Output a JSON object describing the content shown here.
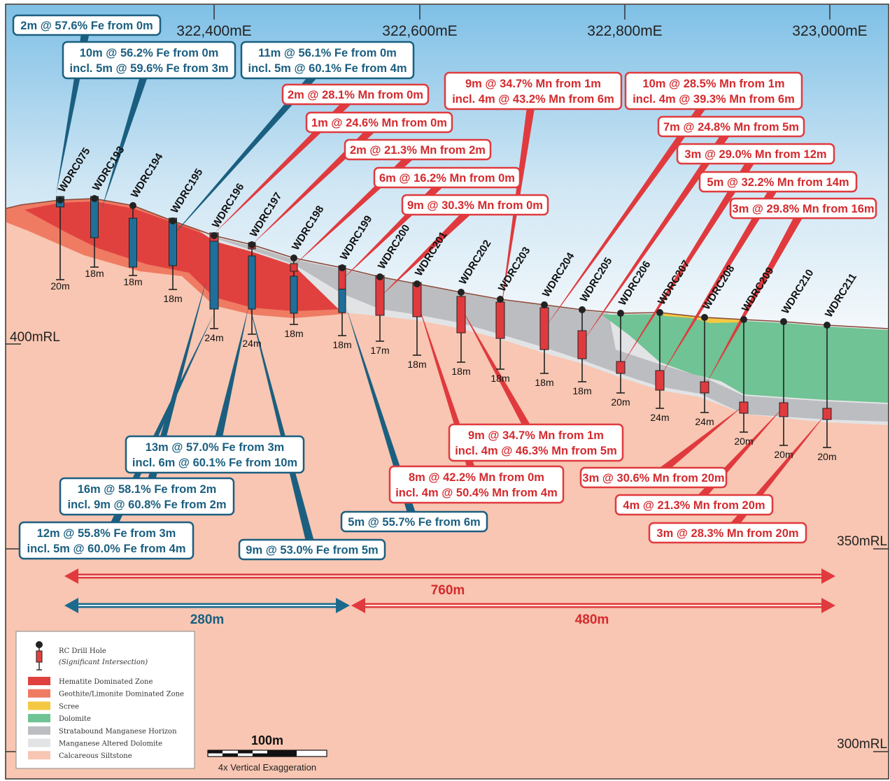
{
  "axes": {
    "easting": [
      "322,400mE",
      "322,600mE",
      "322,800mE",
      "323,000mE"
    ],
    "rl": [
      "400mRL",
      "350mRL",
      "300mRL"
    ]
  },
  "colors": {
    "fe_blue": "#1b5f80",
    "mn_red": "#e03a3e",
    "hematite": "#e0413f",
    "goethite": "#ef7b63",
    "scree": "#f4c842",
    "dolomite": "#6fc394",
    "stratabound_mn": "#bcbdc0",
    "mn_altered_dolomite": "#e2e3e5",
    "siltstone": "#f8c6b2"
  },
  "holes": [
    {
      "id": "WDRC075",
      "depth_label": "20m",
      "type": "fe"
    },
    {
      "id": "WDRC193",
      "depth_label": "18m",
      "type": "fe"
    },
    {
      "id": "WDRC194",
      "depth_label": "18m",
      "type": "fe"
    },
    {
      "id": "WDRC195",
      "depth_label": "18m",
      "type": "fe"
    },
    {
      "id": "WDRC196",
      "depth_label": "24m",
      "type": "fe"
    },
    {
      "id": "WDRC197",
      "depth_label": "24m",
      "type": "fe"
    },
    {
      "id": "WDRC198",
      "depth_label": "18m",
      "type": "fe"
    },
    {
      "id": "WDRC199",
      "depth_label": "18m",
      "type": "fe"
    },
    {
      "id": "WDRC200",
      "depth_label": "17m",
      "type": "mn"
    },
    {
      "id": "WDRC201",
      "depth_label": "18m",
      "type": "mn"
    },
    {
      "id": "WDRC202",
      "depth_label": "18m",
      "type": "mn"
    },
    {
      "id": "WDRC203",
      "depth_label": "18m",
      "type": "mn"
    },
    {
      "id": "WDRC204",
      "depth_label": "18m",
      "type": "mn"
    },
    {
      "id": "WDRC205",
      "depth_label": "18m",
      "type": "mn"
    },
    {
      "id": "WDRC206",
      "depth_label": "20m",
      "type": "mn"
    },
    {
      "id": "WDRC207",
      "depth_label": "24m",
      "type": "mn"
    },
    {
      "id": "WDRC208",
      "depth_label": "24m",
      "type": "mn"
    },
    {
      "id": "WDRC209",
      "depth_label": "20m",
      "type": "mn"
    },
    {
      "id": "WDRC210",
      "depth_label": "20m",
      "type": "mn"
    },
    {
      "id": "WDRC211",
      "depth_label": "20m",
      "type": "mn"
    }
  ],
  "intercepts_fe": [
    {
      "lines": [
        "2m @ 57.6% Fe from 0m"
      ]
    },
    {
      "lines": [
        "10m @ 56.2% Fe from 0m",
        "incl. 5m @ 59.6% Fe from 3m"
      ]
    },
    {
      "lines": [
        "11m @ 56.1% Fe from 0m",
        "incl. 5m @ 60.1% Fe from 4m"
      ]
    },
    {
      "lines": [
        "13m @ 57.0% Fe from 3m",
        "incl. 6m @ 60.1% Fe from 10m"
      ]
    },
    {
      "lines": [
        "16m @ 58.1% Fe from 2m",
        "incl. 9m @ 60.8% Fe from 2m"
      ]
    },
    {
      "lines": [
        "12m @ 55.8% Fe from 3m",
        "incl. 5m @ 60.0% Fe from 4m"
      ]
    },
    {
      "lines": [
        "9m @ 53.0% Fe from 5m"
      ]
    },
    {
      "lines": [
        "5m @ 55.7% Fe from 6m"
      ]
    }
  ],
  "intercepts_mn": [
    {
      "lines": [
        "2m @ 28.1% Mn from 0m"
      ]
    },
    {
      "lines": [
        "1m @ 24.6% Mn from 0m"
      ]
    },
    {
      "lines": [
        "2m @ 21.3% Mn from 2m"
      ]
    },
    {
      "lines": [
        "6m @ 16.2% Mn from 0m"
      ]
    },
    {
      "lines": [
        "9m @ 30.3% Mn from 0m"
      ]
    },
    {
      "lines": [
        "9m @ 34.7% Mn from 1m",
        "incl. 4m @ 43.2% Mn from 6m"
      ]
    },
    {
      "lines": [
        "10m @ 28.5% Mn from 1m",
        "incl. 4m @ 39.3% Mn from 6m"
      ]
    },
    {
      "lines": [
        "7m @ 24.8% Mn from 5m"
      ]
    },
    {
      "lines": [
        "3m @ 29.0% Mn from 12m"
      ]
    },
    {
      "lines": [
        "5m @ 32.2% Mn from 14m"
      ]
    },
    {
      "lines": [
        "3m @ 29.8% Mn from 16m"
      ]
    },
    {
      "lines": [
        "9m @ 34.7% Mn from 1m",
        "incl. 4m @ 46.3% Mn from 5m"
      ]
    },
    {
      "lines": [
        "8m @ 42.2% Mn from 0m",
        "incl. 4m @ 50.4% Mn from 4m"
      ]
    },
    {
      "lines": [
        "3m @ 30.6% Mn from 20m"
      ]
    },
    {
      "lines": [
        "4m @ 21.3% Mn from 20m"
      ]
    },
    {
      "lines": [
        "3m @ 28.3% Mn from 20m"
      ]
    }
  ],
  "distances": {
    "total": "760m",
    "fe": "280m",
    "mn": "480m"
  },
  "legend": {
    "hole_label": "RC Drill Hole",
    "hole_sublabel": "(Significant Intersection)",
    "items": [
      {
        "label": "Hematite Dominated Zone",
        "color": "#e0413f"
      },
      {
        "label": "Geothite/Limonite Dominated Zone",
        "color": "#ef7b63"
      },
      {
        "label": "Scree",
        "color": "#f4c842"
      },
      {
        "label": "Dolomite",
        "color": "#6fc394"
      },
      {
        "label": "Stratabound Manganese Horizon",
        "color": "#bcbdc0"
      },
      {
        "label": "Manganese Altered Dolomite",
        "color": "#e2e3e5"
      },
      {
        "label": "Calcareous Siltstone",
        "color": "#f8c6b2"
      }
    ]
  },
  "scale": {
    "label": "100m",
    "exaggeration": "4x Vertical Exaggeration"
  }
}
